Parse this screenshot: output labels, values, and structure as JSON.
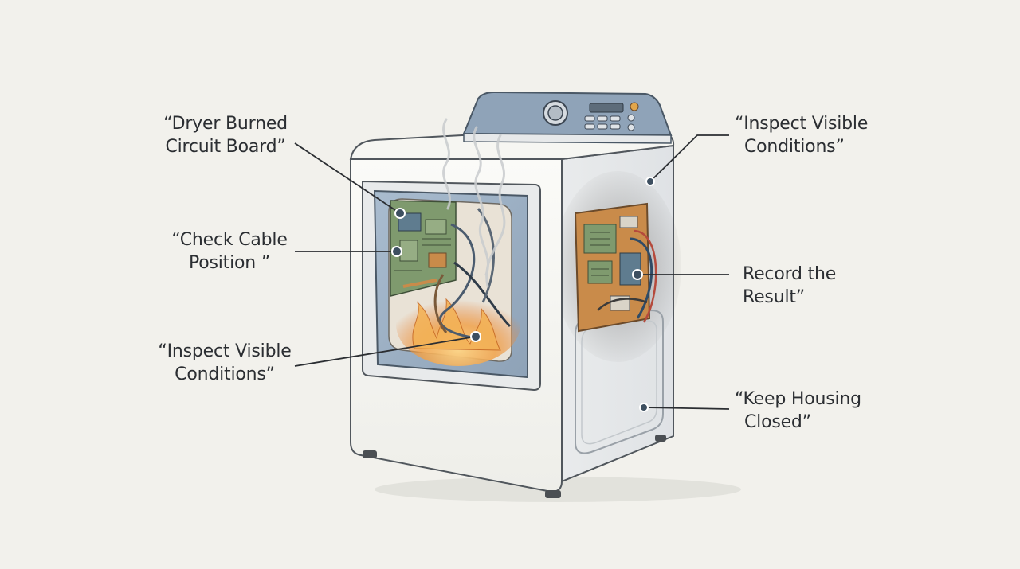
{
  "callouts": {
    "dryer_burned_board": {
      "line1": "“Dryer Burned",
      "line2": "Circuit Board”"
    },
    "check_cable": {
      "line1": "“Check Cable",
      "line2": "Position ”"
    },
    "inspect_left": {
      "line1": "“Inspect Visible",
      "line2": "Conditions”"
    },
    "inspect_right": {
      "line1": "“Inspect Visible",
      "line2": "Conditions”"
    },
    "record_result": {
      "line1": "Record the",
      "line2": "Result”"
    },
    "keep_housing": {
      "line1": "“Keep Housing",
      "line2": "Closed”"
    }
  },
  "colors": {
    "background": "#f2f1ec",
    "panel_blue": "#8fa3b8",
    "window_blue": "#9fb2c6",
    "board_copper": "#c98b4a",
    "board_green": "#7f9a6e",
    "fire_orange": "#f0a24a",
    "leader_line": "#2b2e32",
    "marker": "#3d4f60"
  },
  "icons": {
    "appliance": "dryer-illustration",
    "fire": "fire-icon",
    "smoke": "smoke-icon",
    "control_knob": "knob-icon"
  }
}
